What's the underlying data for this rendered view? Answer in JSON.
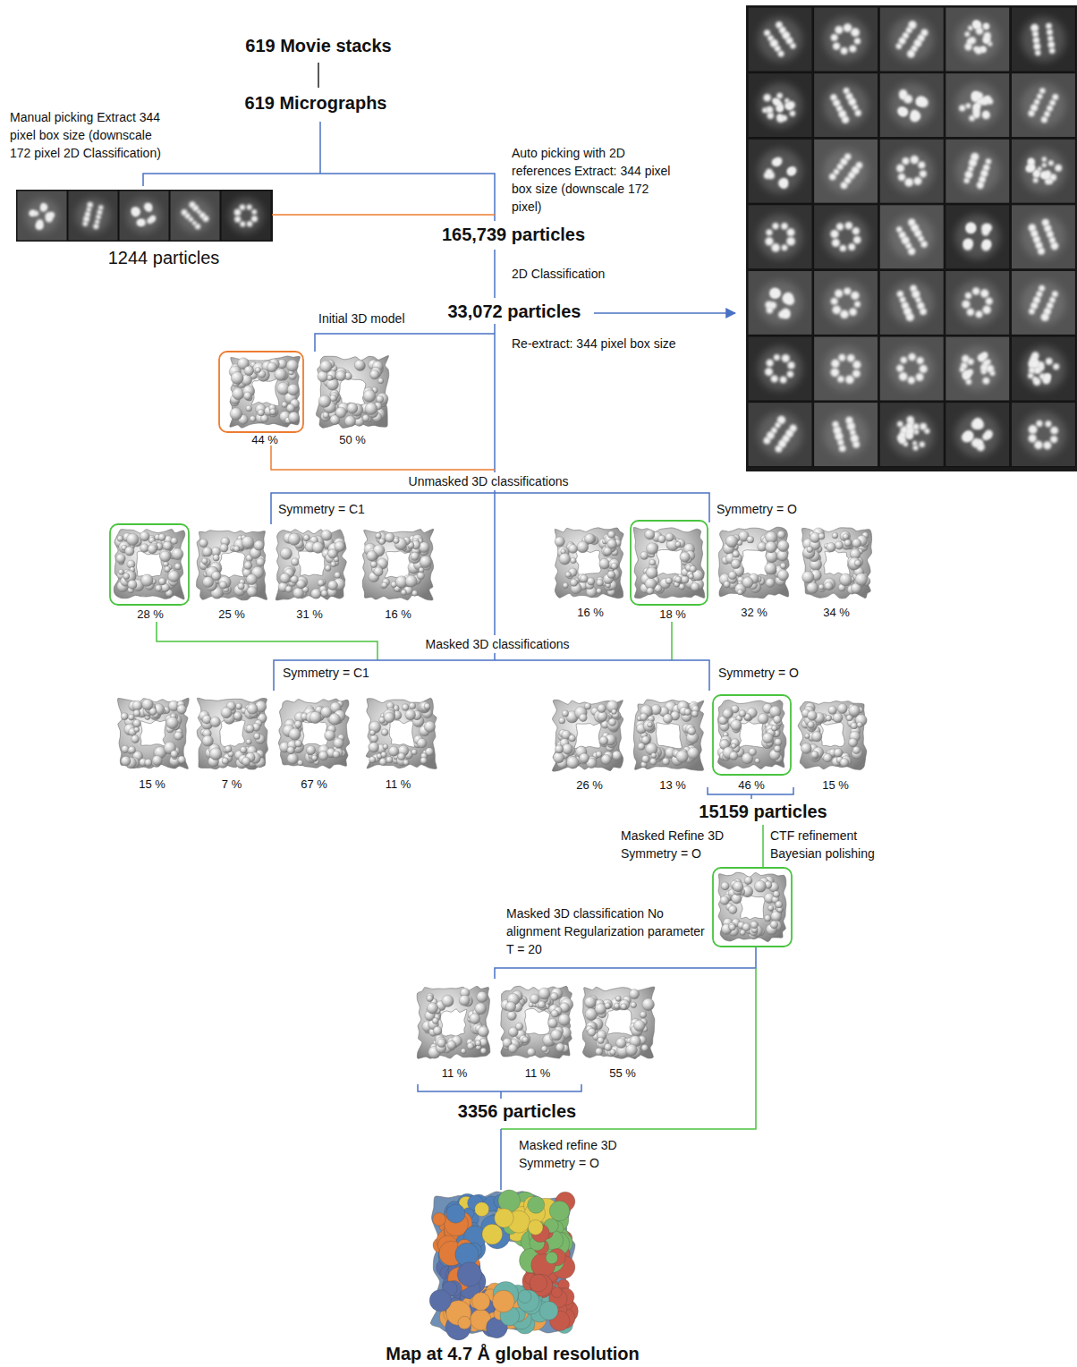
{
  "diagram": {
    "labels": [
      "619 Movie stacks",
      "619 Micrographs",
      "Manual picking Extract 344 pixel box size (downscale 172 pixel 2D Classification)",
      "1244 particles",
      "Auto picking with 2D references Extract: 344 pixel box size (downscale 172 pixel)",
      "165,739 particles",
      "2D Classification",
      "33,072 particles",
      "Initial 3D model",
      "Re-extract: 344 pixel box size",
      "44 %",
      "50 %",
      "Unmasked 3D classifications",
      "Symmetry = C1",
      "Symmetry = O",
      "28 %",
      "25 %",
      "31 %",
      "16 %",
      "16 %",
      "18 %",
      "32 %",
      "34 %",
      "Masked 3D classifications",
      "Symmetry = C1",
      "Symmetry = O",
      "15 %",
      "7 %",
      "67 %",
      "11 %",
      "26 %",
      "13 %",
      "46 %",
      "15 %",
      "15159 particles",
      "Masked Refine 3D Symmetry = O",
      "CTF refinement Bayesian polishing",
      "Masked 3D classification No alignment Regularization parameter T = 20",
      "11 %",
      "11 %",
      "55 %",
      "3356 particles",
      "Masked refine 3D Symmetry = O",
      "Map at 4.7 Å global resolution"
    ]
  }
}
